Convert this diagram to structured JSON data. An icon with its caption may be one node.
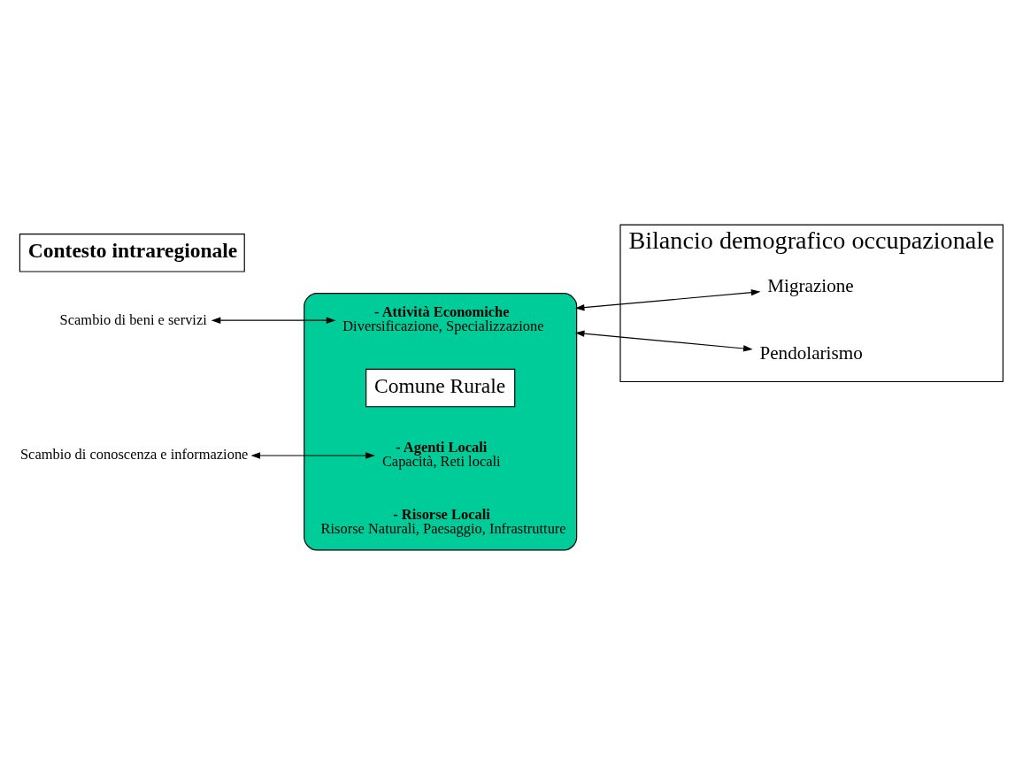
{
  "diagram": {
    "nodes": [
      {
        "text": [],
        "shape": "ellipse"
      },
      {
        "text": [
          "- Attività Economiche",
          "Diversificazione, Specializzazione"
        ],
        "in": 0
      },
      {
        "text": [
          "Comune Rurale"
        ],
        "in": 0
      },
      {
        "text": [
          "- Agenti Locali",
          "Capacità, Reti locali"
        ],
        "in": 0
      },
      {
        "text": [
          "- Risorse Locali",
          "Risorse Naturali, Paesaggio, Infrastrutture"
        ],
        "in": 0
      },
      {
        "text": [
          "Scambio di beni e servizi"
        ]
      },
      {
        "text": [
          "Scambio di conoscenza e informazione"
        ]
      },
      {
        "text": [
          "Bilancio demografico occupazionale"
        ]
      },
      {
        "text": [
          "Migrazione"
        ],
        "in": 7
      },
      {
        "text": [
          "Pendolarismo"
        ],
        "in": 7
      },
      {
        "text": [
          "Contesto intraregionale"
        ]
      }
    ],
    "edges": [
      {
        "from": 5,
        "to": 1,
        "arrow": "both"
      },
      {
        "from": 6,
        "to": 3,
        "arrow": "both"
      },
      {
        "from": 0,
        "to": 8,
        "arrow": "both"
      },
      {
        "from": 0,
        "to": 9,
        "arrow": "both"
      }
    ]
  }
}
